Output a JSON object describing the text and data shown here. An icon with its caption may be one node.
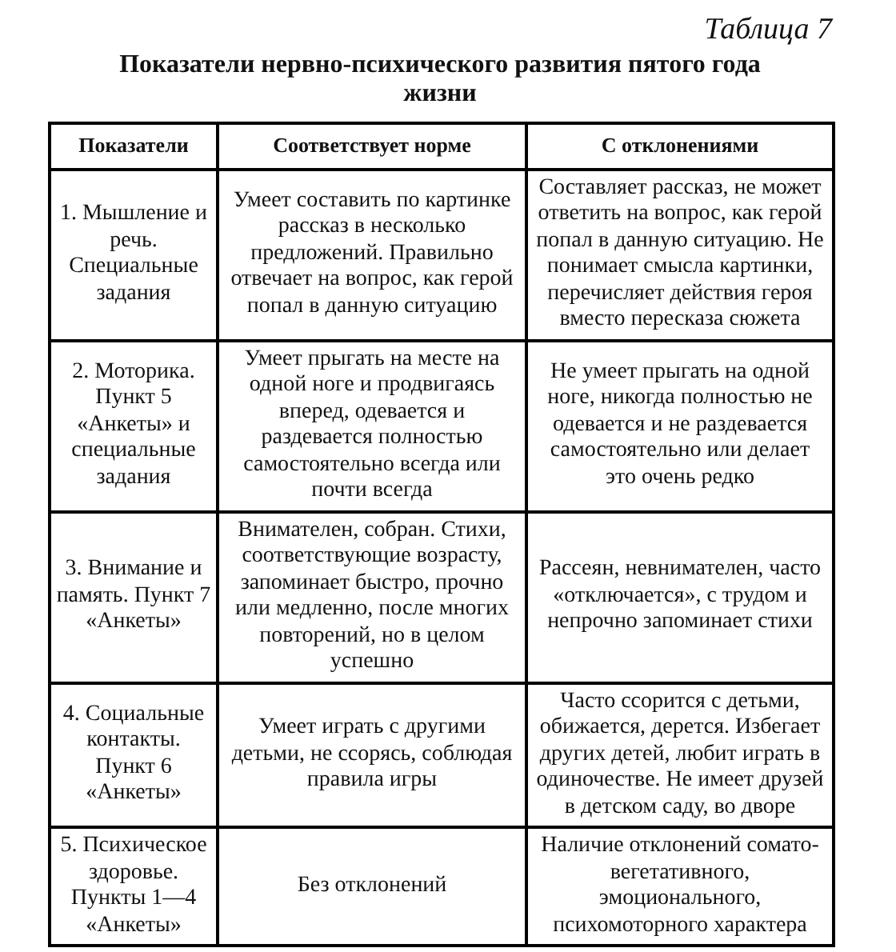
{
  "diagram": {
    "title": "Показатели нервно-психического развития пятого года жизни",
    "labels": [
      "Таблица 7",
      "Показатели",
      "Соответствует норме",
      "С отклонениями",
      "1. Мышление и речь. Специальные задания",
      "Умеет составить по картинке рассказ в несколько предложений. Правильно отвечает на вопрос, как герой попал в данную ситуацию",
      "Составляет рассказ, не может ответить на вопрос, как герой попал в данную ситуацию. Не понимает смысла картинки, перечисляет действия героя вместо пересказа сюжета",
      "2. Моторика. Пункт 5 «Анкеты» и специальные задания",
      "Умеет прыгать на месте на одной ноге и продвигаясь вперед, одевается и раздевается полностью самостоятельно всегда или почти всегда",
      "Не умеет прыгать на одной ноге, никогда полностью не одевается и не раздевается самостоятельно или делает это очень редко",
      "3. Внимание и память. Пункт 7 «Анкеты»",
      "Внимателен, собран. Стихи, соответствующие возрасту, запоминает быстро, прочно или медленно, после многих повторений, но в целом успешно",
      "Рассеян, невнимателен, часто «отключается», с трудом и непрочно запоминает стихи",
      "4. Социальные контакты. Пункт 6 «Анкеты»",
      "Умеет играть с другими детьми, не ссорясь, соблюдая правила игры",
      "Часто ссорится с детьми, обижается, дерется. Избегает других детей, любит играть в одиночестве. Не имеет друзей в детском саду, во дворе",
      "5. Психическое здоровье. Пункты 1—4 «Анкеты»",
      "Без отклонений",
      "Наличие отклонений сомато-вегетативного, эмоционального, психомоторного характера"
    ]
  }
}
